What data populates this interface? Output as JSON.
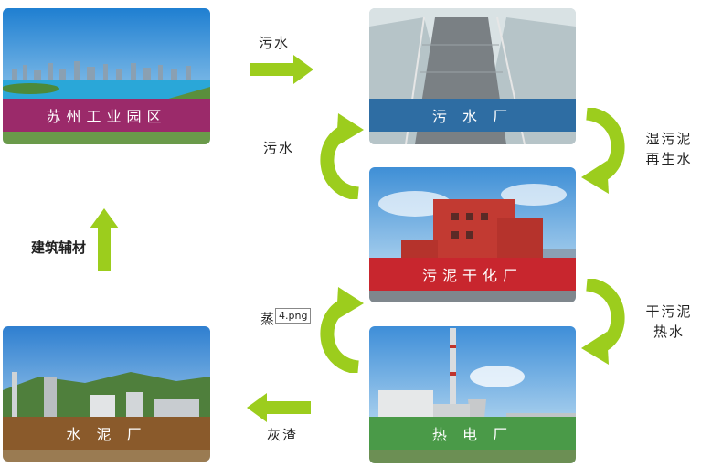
{
  "nodes": {
    "park": "苏州工业园区",
    "sewage_plant": "污 水 厂",
    "drying_plant": "污泥干化厂",
    "power_plant": "热 电 厂",
    "cement_plant": "水 泥 厂"
  },
  "flows": {
    "park_to_sewage": "污水",
    "dry_to_sewage": "污水",
    "sewage_to_dry": "湿污泥 再生水",
    "dry_to_power": "干污泥 热水",
    "power_to_dry": "蒸",
    "power_to_cement": "灰渣",
    "cement_to_park": "建筑辅材"
  },
  "tooltip": "4.png",
  "colors": {
    "arrow_green": "#9ccd1d",
    "band_park": "#9b2a6a",
    "band_sewage": "#2e6da3",
    "band_dry": "#c8262e",
    "band_power": "#4a9a48",
    "band_cement": "#8a5a2b"
  }
}
